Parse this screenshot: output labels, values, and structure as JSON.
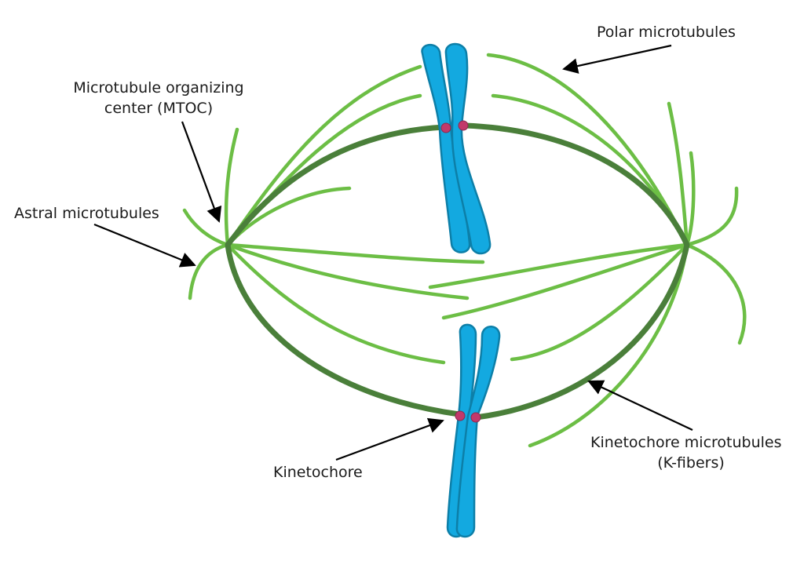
{
  "colors": {
    "polar_microtubule": "#6cbe45",
    "kinetochore_fiber": "#4a7f3a",
    "chromosome_fill": "#13a9e0",
    "chromosome_stroke": "#0d7fa8",
    "kinetochore": "#c2396b",
    "text": "#1a1a1a"
  },
  "labels": {
    "polar_microtubules": "Polar microtubules",
    "mtoc_line1": "Microtubule organizing",
    "mtoc_line2": "center (MTOC)",
    "astral_microtubules": "Astral microtubules",
    "kinetochore": "Kinetochore",
    "kfibers_line1": "Kinetochore microtubules",
    "kfibers_line2": "(K-fibers)"
  }
}
